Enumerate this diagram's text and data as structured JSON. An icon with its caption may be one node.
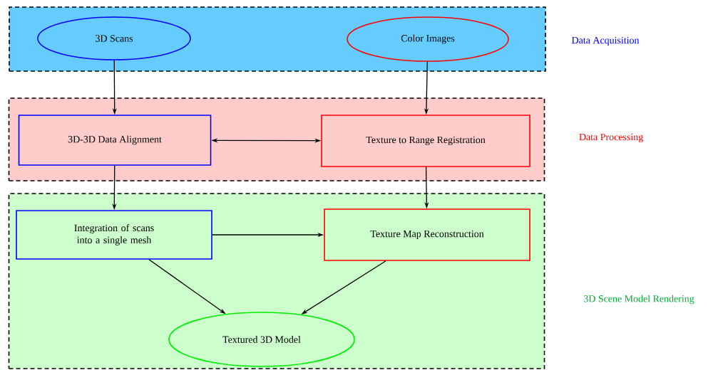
{
  "diagram": {
    "nodes": [
      {
        "text": [
          "Data Acquisition"
        ]
      },
      {
        "text": [
          "3D Scans"
        ],
        "in": 0
      },
      {
        "text": [
          "Color Images"
        ],
        "in": 0
      },
      {
        "text": [
          "Data Processing"
        ]
      },
      {
        "text": [
          "3D-3D Data Alignment"
        ],
        "in": 3
      },
      {
        "text": [
          "Texture to Range Registration"
        ],
        "in": 3
      },
      {
        "text": [
          "3D Scene Model Rendering"
        ]
      },
      {
        "text": [
          "Integration of scans into a single mesh"
        ],
        "in": 6
      },
      {
        "text": [
          "Texture Map Reconstruction"
        ],
        "in": 6
      },
      {
        "text": [
          "Textured 3D Model"
        ],
        "in": 6
      }
    ],
    "edges": [
      {
        "from": 1,
        "to": 4,
        "arrow": "to"
      },
      {
        "from": 2,
        "to": 5,
        "arrow": "to"
      },
      {
        "from": 4,
        "to": 5,
        "arrow": "both"
      },
      {
        "from": 4,
        "to": 7,
        "arrow": "to"
      },
      {
        "from": 5,
        "to": 8,
        "arrow": "to"
      },
      {
        "from": 7,
        "to": 8,
        "arrow": "to"
      },
      {
        "from": 7,
        "to": 9,
        "arrow": "to"
      },
      {
        "from": 8,
        "to": 9,
        "arrow": "to"
      }
    ]
  }
}
